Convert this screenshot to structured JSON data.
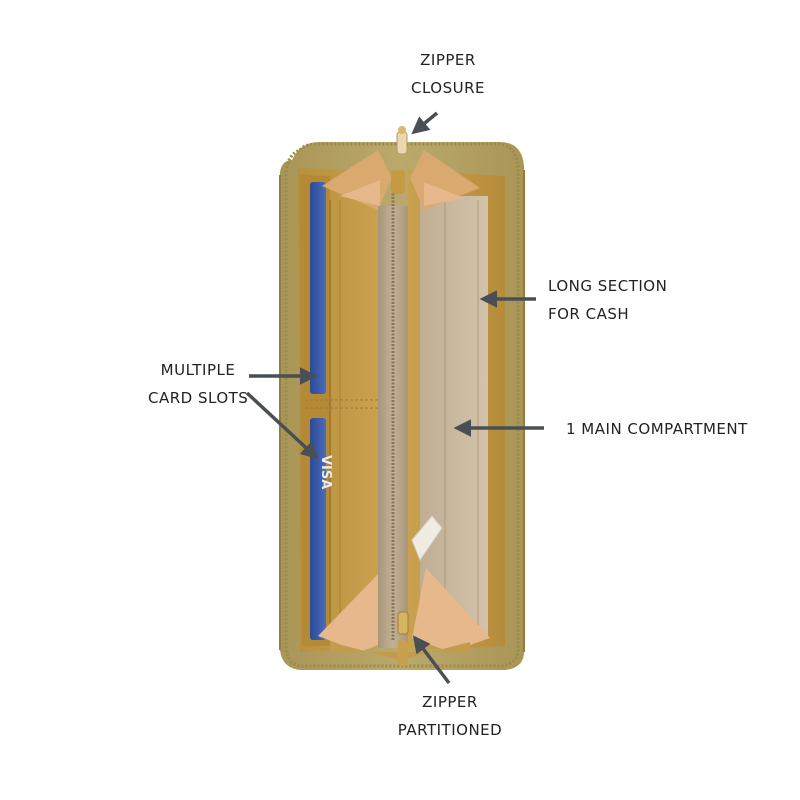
{
  "labels": {
    "zipper_closure": [
      "ZIPPER",
      "CLOSURE"
    ],
    "long_section": [
      "LONG SECTION",
      "FOR CASH"
    ],
    "card_slots": [
      "MULTIPLE",
      "CARD SLOTS"
    ],
    "main_compartment": [
      "1 MAIN COMPARTMENT"
    ],
    "zipper_partitioned": [
      "ZIPPER",
      "PARTITIONED"
    ]
  },
  "colors": {
    "background": "#ffffff",
    "wallet_exterior": "#b4a264",
    "wallet_interior": "#c39a45",
    "divider_fabric": "#b8a48a",
    "lining_beige": "#c9b89e",
    "peach_lining": "#e7b88b",
    "card_blue": "#3a5aa8",
    "arrow": "#4a4f55",
    "label_text": "#222222"
  },
  "card_print": [
    "VISA"
  ]
}
